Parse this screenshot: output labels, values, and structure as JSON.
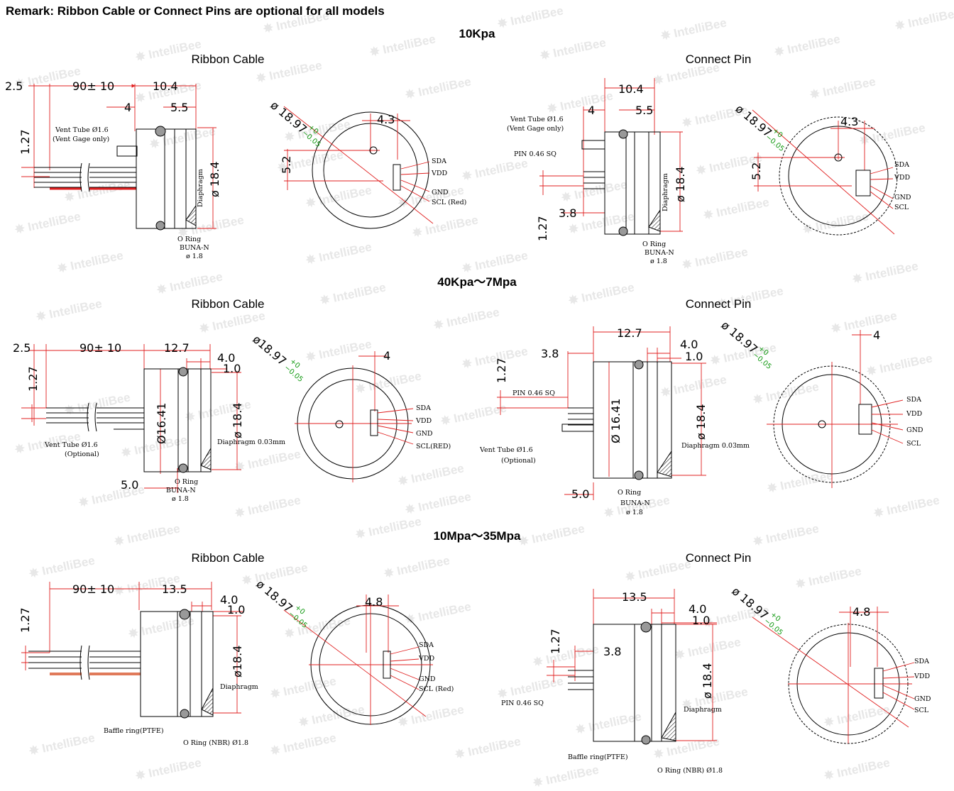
{
  "remark": "Remark: Ribbon Cable or Connect Pins are optional for all models",
  "watermark": "IntelliBee",
  "colors": {
    "red": "#e02020",
    "green": "#119911",
    "line": "#000000"
  },
  "sections": [
    {
      "title": "10Kpa",
      "left": {
        "subtitle": "Ribbon Cable",
        "dims": [
          "2.5",
          "90± 10",
          "10.4",
          "4",
          "5.5",
          "1.27",
          "ø 18.4"
        ],
        "labels": [
          "Vent Tube Ø1.6",
          "(Vent Gage only)",
          "Diaphragm",
          "O Ring",
          "BUNA-N",
          "ø 1.8"
        ],
        "circle": {
          "tol": "ø 18.97",
          "tol_plus": "+0",
          "tol_minus": "−0.05",
          "w": "4.3",
          "h": "5.2",
          "pins": [
            "SDA",
            "VDD",
            "GND",
            "SCL (Red)"
          ]
        }
      },
      "right": {
        "subtitle": "Connect Pin",
        "dims": [
          "10.4",
          "4",
          "5.5",
          "3.8",
          "1.27",
          "ø 18.4"
        ],
        "labels": [
          "Vent Tube Ø1.6",
          "(Vent Gage only)",
          "PIN 0.46 SQ",
          "Diaphragm",
          "O Ring",
          "BUNA-N",
          "ø 1.8"
        ],
        "circle": {
          "tol": "ø 18.97",
          "tol_plus": "+0",
          "tol_minus": "−0.05",
          "w": "4.3",
          "h": "5.2",
          "pins": [
            "SDA",
            "VDD",
            "GND",
            "SCL"
          ]
        }
      }
    },
    {
      "title": "40Kpa～7Mpa",
      "left": {
        "subtitle": "Ribbon Cable",
        "dims": [
          "2.5",
          "90± 10",
          "12.7",
          "4.0",
          "1.0",
          "1.27",
          "Ø16.41",
          "ø 18.4",
          "5.0"
        ],
        "labels": [
          "Vent Tube Ø1.6",
          "(Optional)",
          "Diaphragm 0.03mm",
          "O Ring",
          "BUNA-N",
          "ø 1.8"
        ],
        "circle": {
          "tol": "ø18.97",
          "tol_plus": "+0",
          "tol_minus": "−0.05",
          "w": "4",
          "pins": [
            "SDA",
            "VDD",
            "GND",
            "SCL(RED)"
          ]
        }
      },
      "right": {
        "subtitle": "Connect Pin",
        "dims": [
          "12.7",
          "4.0",
          "1.0",
          "3.8",
          "1.27",
          "Ø 16.41",
          "ø 18.4",
          "5.0"
        ],
        "labels": [
          "PIN 0.46 SQ",
          "Vent Tube Ø1.6",
          "(Optional)",
          "Diaphragm 0.03mm",
          "O Ring",
          "BUNA-N",
          "ø 1.8"
        ],
        "circle": {
          "tol": "ø 18.97",
          "tol_plus": "+0",
          "tol_minus": "−0.05",
          "w": "4",
          "pins": [
            "SDA",
            "VDD",
            "GND",
            "SCL"
          ]
        }
      }
    },
    {
      "title": "10Mpa～35Mpa",
      "left": {
        "subtitle": "Ribbon Cable",
        "dims": [
          "90± 10",
          "13.5",
          "4.0",
          "1.0",
          "1.27",
          "ø18.4"
        ],
        "labels": [
          "Diaphragm",
          "Baffle ring(PTFE)",
          "O Ring (NBR) Ø1.8"
        ],
        "circle": {
          "tol": "ø 18.97",
          "tol_plus": "+0",
          "tol_minus": "−0.05",
          "w": "4.8",
          "pins": [
            "SDA",
            "VDD",
            "GND",
            "SCL (Red)"
          ]
        }
      },
      "right": {
        "subtitle": "Connect Pin",
        "dims": [
          "13.5",
          "4.0",
          "1.0",
          "3.8",
          "1.27",
          "ø 18.4"
        ],
        "labels": [
          "PIN 0.46 SQ",
          "Diaphragm",
          "Baffle ring(PTFE)",
          "O Ring (NBR) Ø1.8"
        ],
        "circle": {
          "tol": "ø 18.97",
          "tol_plus": "+0",
          "tol_minus": "−0.05",
          "w": "4.8",
          "pins": [
            "SDA",
            "VDD",
            "GND",
            "SCL"
          ]
        }
      }
    }
  ]
}
